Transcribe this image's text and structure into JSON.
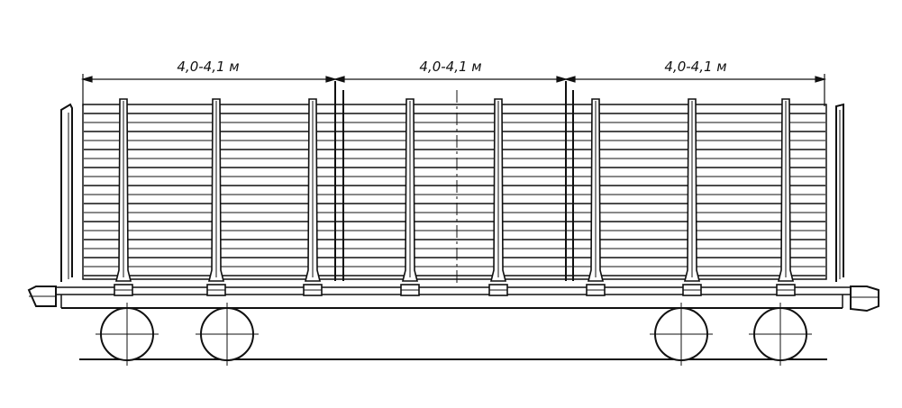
{
  "dimensions": [
    {
      "label": "4,0-4,1 м"
    },
    {
      "label": "4,0-4,1 м"
    },
    {
      "label": "4,0-4,1 м"
    }
  ],
  "colors": {
    "line": "#111111",
    "background": "#ffffff"
  }
}
